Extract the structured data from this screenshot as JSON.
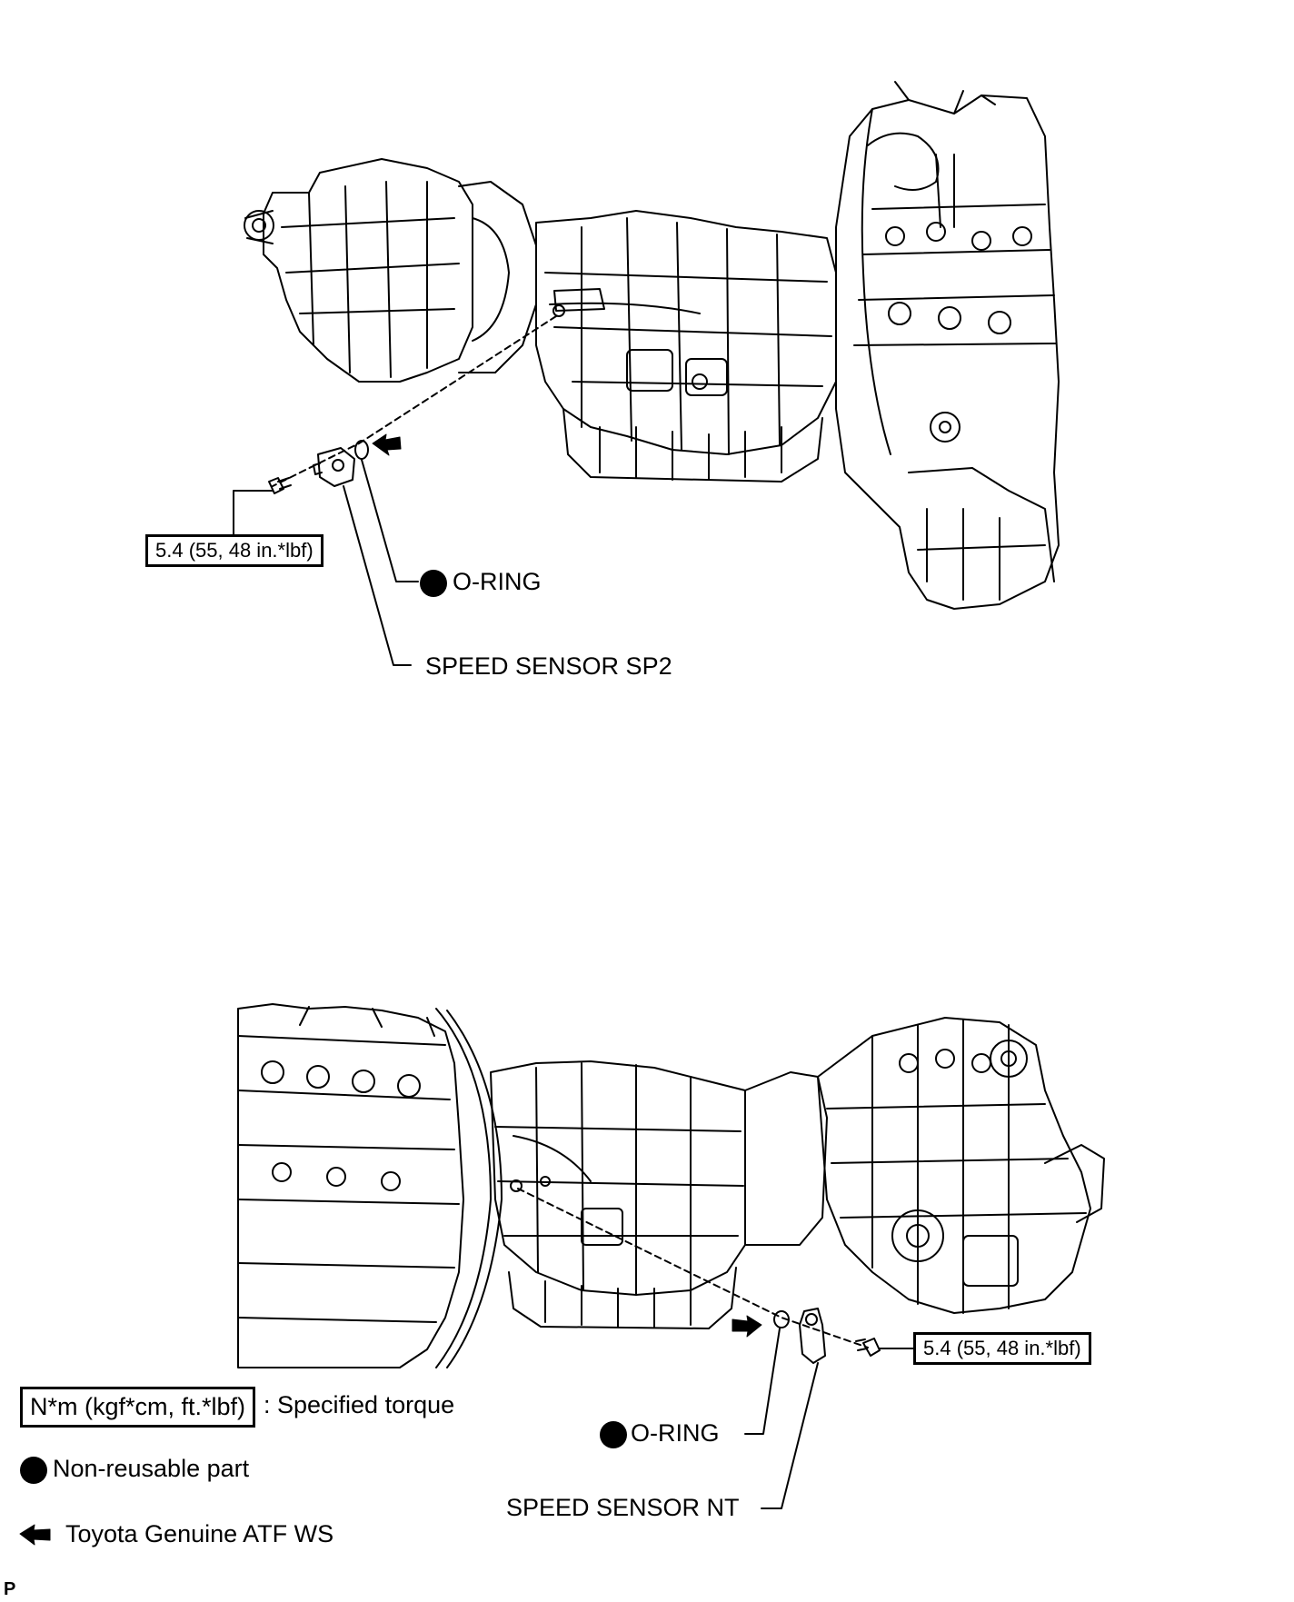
{
  "top": {
    "torque": "5.4 (55, 48 in.*lbf)",
    "oring": "O-RING",
    "sensor": "SPEED SENSOR SP2"
  },
  "bottom": {
    "torque": "5.4 (55, 48 in.*lbf)",
    "oring": "O-RING",
    "sensor": "SPEED SENSOR NT"
  },
  "legend": {
    "torque_unit": "N*m (kgf*cm, ft.*lbf)",
    "torque_desc": ": Specified torque",
    "nonreusable": "Non-reusable part",
    "atf": "Toyota Genuine ATF WS"
  },
  "ref": "P",
  "colors": {
    "ink": "#000000",
    "paper": "#ffffff"
  }
}
